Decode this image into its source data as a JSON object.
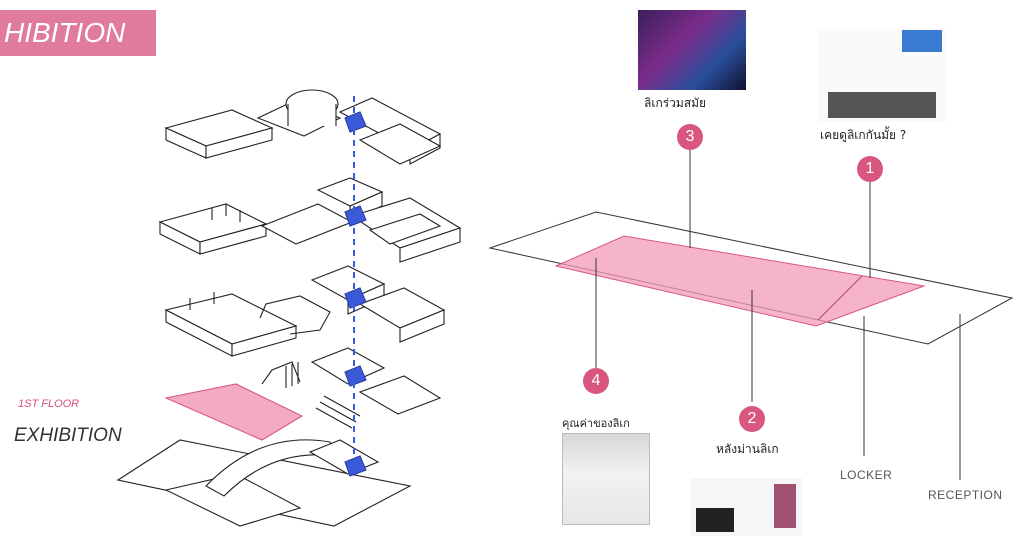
{
  "title": "HIBITION",
  "floor": {
    "level": "1ST FLOOR",
    "name": "EXHIBITION"
  },
  "callouts": [
    {
      "num": "3",
      "label": "ลิเกร่วมสมัย"
    },
    {
      "num": "1",
      "label": "เคยดูลิเกกันมั้ย ?"
    },
    {
      "num": "4",
      "label": "คุณค่าของลิเก"
    },
    {
      "num": "2",
      "label": "หลังม่านลิเก"
    }
  ],
  "zones": {
    "locker": "LOCKER",
    "reception": "RECEPTION"
  },
  "colors": {
    "accent": "#d9577f",
    "highlight": "#f29bb8",
    "core": "#3a5ad8",
    "line": "#333333"
  }
}
